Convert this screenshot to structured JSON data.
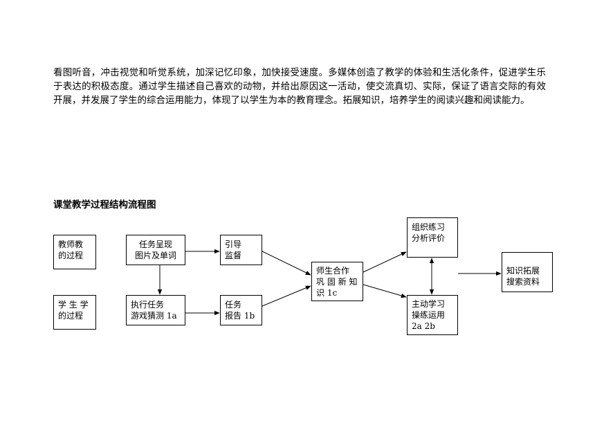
{
  "paragraph": "看图听音，冲击视觉和听觉系统，加深记忆印象，加快接受速度。多媒体创造了教学的体验和生活化条件，促进学生乐于表达的积极态度。通过学生描述自己喜欢的动物，并给出原因这一活动，使交流真切、实际，保证了语言交际的有效开展，并发展了学生的综合运用能力，体现了以学生为本的教育理念。拓展知识，培养学生的阅读兴趣和阅读能力。",
  "diagram_title": "课堂教学过程结构流程图",
  "nodes": {
    "teacher": {
      "line1": "教师教",
      "line2": "的过程"
    },
    "student": {
      "line1": "学  生  学",
      "line2": "的过程"
    },
    "task_present": {
      "line1": "任务呈现",
      "line2": "图片及单词"
    },
    "task_exec": {
      "line1": "执行任务",
      "line2": "游戏猜测  1a"
    },
    "guide": {
      "line1": "引导",
      "line2": "监督"
    },
    "report": {
      "line1": "任务",
      "line2": "报告 1b"
    },
    "cooperate": {
      "line1": "师生合作",
      "line2": "巩 固 新 知",
      "line3": "识    1c"
    },
    "organize": {
      "line1": "组织练习",
      "line2": "分析评价"
    },
    "active": {
      "line1": "主动学习",
      "line2": "操练运用",
      "line3": "2a 2b"
    },
    "expand": {
      "line1": "知识拓展",
      "line2": "搜索资料"
    }
  }
}
